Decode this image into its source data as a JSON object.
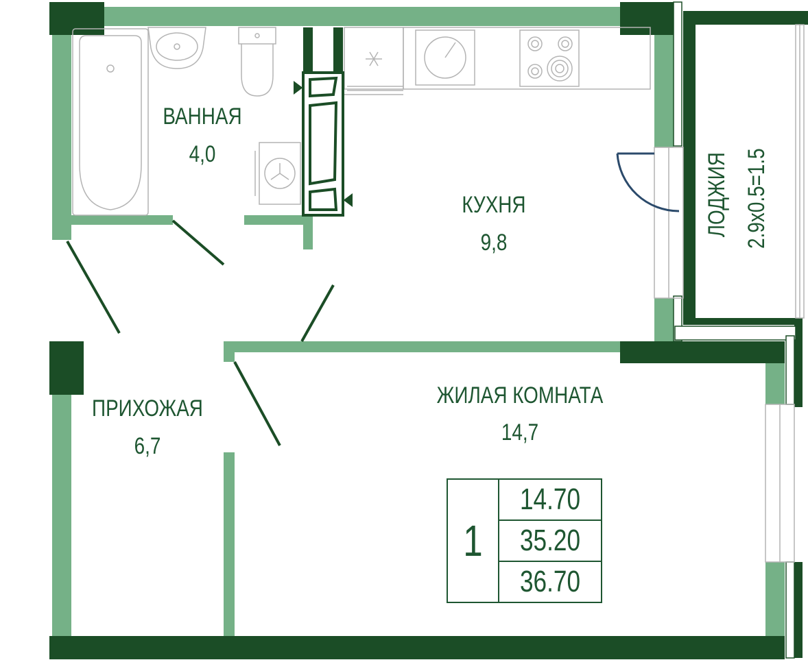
{
  "colors": {
    "wall_dark": "#1b4d26",
    "wall_light": "#75b187",
    "line": "#1b4d26",
    "fixture": "#b4b4b4",
    "door_arc": "#2b4a6b",
    "text": "#1e5631"
  },
  "rooms": {
    "bathroom": {
      "name": "ВАННАЯ",
      "area": "4,0"
    },
    "kitchen": {
      "name": "КУХНЯ",
      "area": "9,8"
    },
    "loggia": {
      "name": "ЛОДЖИЯ",
      "area": "2.9x0.5=1.5"
    },
    "hallway": {
      "name": "ПРИХОЖАЯ",
      "area": "6,7"
    },
    "living": {
      "name": "ЖИЛАЯ КОМНАТА",
      "area": "14,7"
    }
  },
  "summary": {
    "rooms_count": "1",
    "living_area": "14.70",
    "total_area": "35.20",
    "total_with_loggia": "36.70"
  },
  "icons": [
    "bathtub-icon",
    "sink-icon",
    "toilet-icon",
    "washing-machine-icon",
    "fridge-icon",
    "kitchen-sink-icon",
    "stove-icon",
    "ventilation-shaft-icon"
  ]
}
